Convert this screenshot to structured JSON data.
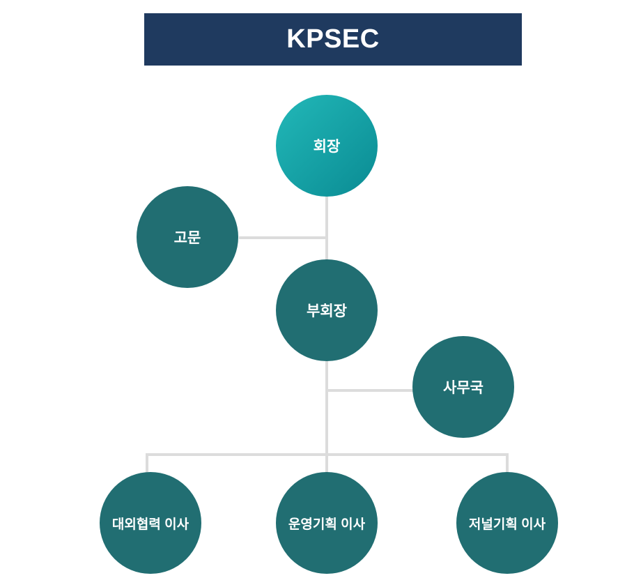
{
  "header": {
    "title": "KPSEC"
  },
  "colors": {
    "header": "#1f3a5f",
    "node": "#216e72",
    "top_node_start": "#22b8b8",
    "top_node_end": "#0a8b93",
    "connector": "#dcdcdc"
  },
  "nodes": {
    "chairman": "회장",
    "advisor": "고문",
    "vice_chairman": "부회장",
    "secretariat": "사무국",
    "directors": [
      "대외협력 이사",
      "운영기획 이사",
      "저널기획 이사"
    ]
  }
}
